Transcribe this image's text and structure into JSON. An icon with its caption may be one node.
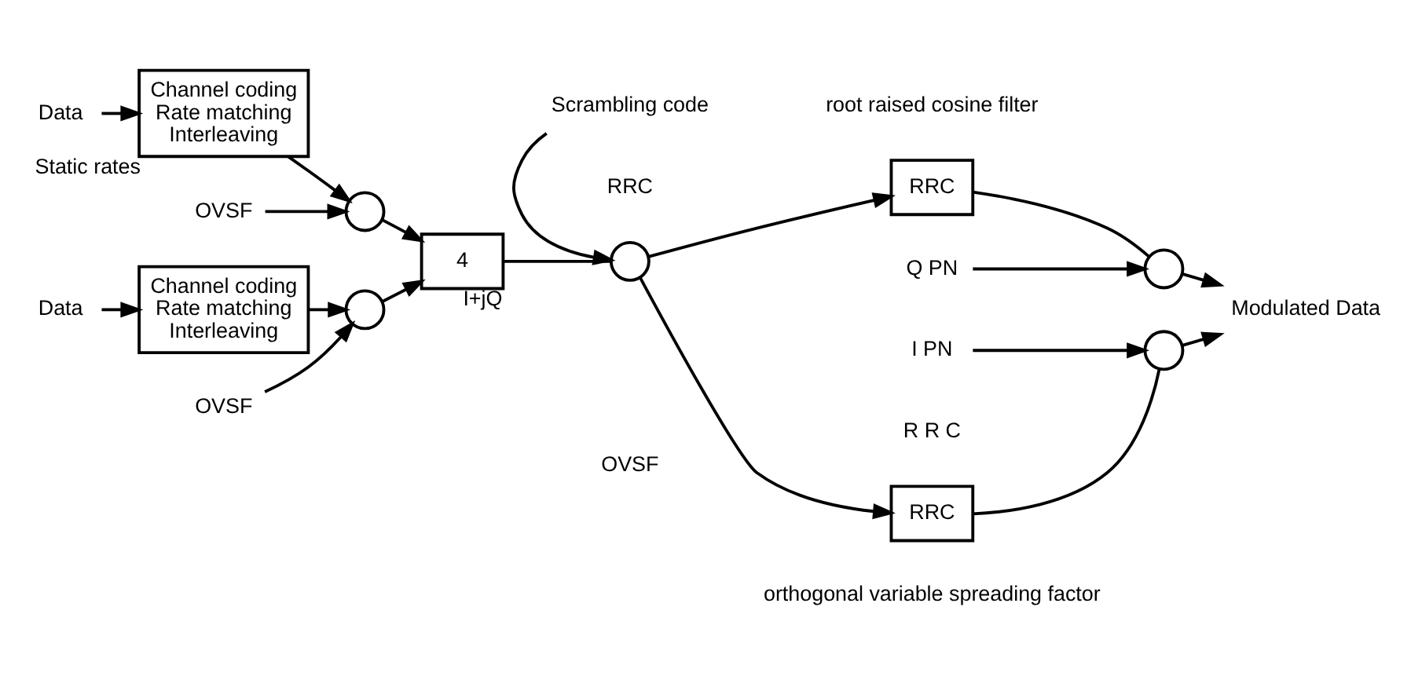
{
  "diagram": {
    "nodes": [
      {
        "text": [
          "Data"
        ]
      },
      {
        "text": [
          "Channel coding",
          "Rate matching",
          "Interleaving"
        ],
        "beside": [
          "Static rates"
        ]
      },
      {
        "text": [
          "Data"
        ]
      },
      {
        "text": [
          "Channel coding",
          "Rate matching",
          "Interleaving"
        ]
      },
      {
        "text": [
          "OVSF"
        ]
      },
      {
        "text": [],
        "shape": "circle"
      },
      {
        "text": [],
        "shape": "circle"
      },
      {
        "text": [
          "OVSF"
        ]
      },
      {
        "text": [
          "4"
        ],
        "beside": [
          "I+jQ"
        ]
      },
      {
        "text": [],
        "shape": "circle"
      },
      {
        "text": [
          "Scrambling code"
        ]
      },
      {
        "text": [
          "RRC"
        ]
      },
      {
        "text": [
          "RRC"
        ]
      },
      {
        "text": [
          "I PN"
        ]
      },
      {
        "text": [],
        "shape": "circle"
      },
      {
        "text": [],
        "shape": "circle"
      },
      {
        "text": [
          "Q PN"
        ]
      },
      {
        "text": [
          "Modulated Data"
        ]
      }
    ],
    "edges": [
      {
        "from": 0,
        "to": 1,
        "arrow": "to"
      },
      {
        "from": 1,
        "to": 5,
        "arrow": "to"
      },
      {
        "from": 4,
        "to": 5,
        "arrow": "to"
      },
      {
        "from": 5,
        "to": 8,
        "arrow": "to"
      },
      {
        "from": 2,
        "to": 3,
        "arrow": "to"
      },
      {
        "from": 3,
        "to": 6,
        "arrow": "to"
      },
      {
        "from": 7,
        "to": 6,
        "arrow": "to"
      },
      {
        "from": 6,
        "to": 8,
        "arrow": "to"
      },
      {
        "from": 8,
        "to": 9,
        "arrow": "none"
      },
      {
        "from": 10,
        "to": 9,
        "arrow": "to"
      },
      {
        "from": 9,
        "to": 11,
        "arrow": "to"
      },
      {
        "from": 9,
        "to": 12,
        "arrow": "to"
      },
      {
        "from": 11,
        "to": 14,
        "arrow": "none"
      },
      {
        "from": 13,
        "to": 14,
        "arrow": "to"
      },
      {
        "from": 12,
        "to": 15,
        "arrow": "none"
      },
      {
        "from": 16,
        "to": 15,
        "arrow": "to"
      },
      {
        "from": 14,
        "to": 17,
        "arrow": "to"
      },
      {
        "from": 15,
        "to": 17,
        "arrow": "to"
      }
    ],
    "labels": [
      "R R C",
      "RRC",
      "root raised cosine filter",
      "OVSF",
      "orthogonal variable spreading factor"
    ]
  }
}
